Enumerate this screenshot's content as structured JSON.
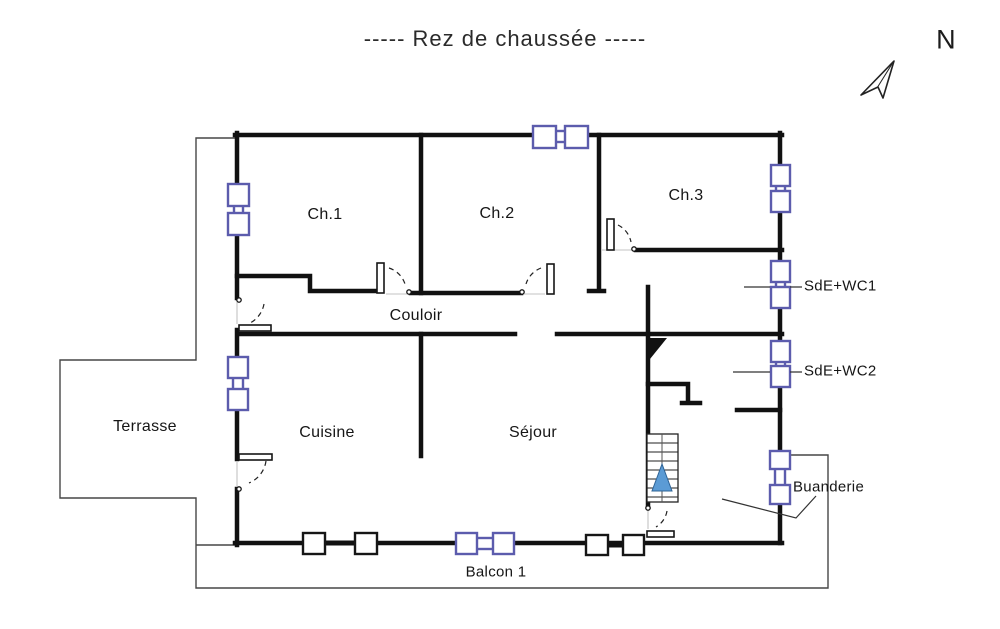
{
  "title": "-----  Rez de chaussée  -----",
  "compass": {
    "north_label": "N"
  },
  "rooms": {
    "ch1": {
      "label": "Ch.1"
    },
    "ch2": {
      "label": "Ch.2"
    },
    "ch3": {
      "label": "Ch.3"
    },
    "couloir": {
      "label": "Couloir"
    },
    "terrasse": {
      "label": "Terrasse"
    },
    "cuisine": {
      "label": "Cuisine"
    },
    "sejour": {
      "label": "Séjour"
    },
    "balcon1": {
      "label": "Balcon 1"
    }
  },
  "annotations": {
    "sde_wc1": {
      "label": "SdE+WC1"
    },
    "sde_wc2": {
      "label": "SdE+WC2"
    },
    "buanderie": {
      "label": "Buanderie"
    }
  },
  "colors": {
    "wall": "#111111",
    "window_frame": "#5c5cad",
    "stair_arrow_fill": "#5b9bd5",
    "background": "#ffffff"
  }
}
